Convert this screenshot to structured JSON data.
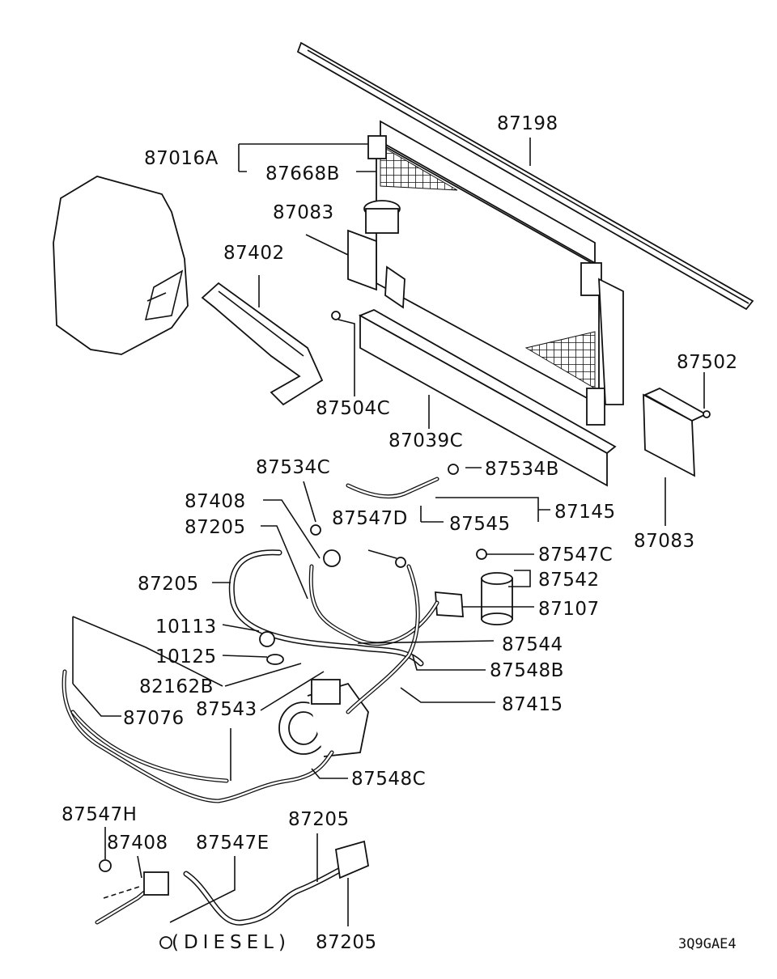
{
  "diagram": {
    "footer_code": "3Q9GAE4",
    "variant_label": "(DIESEL)",
    "labels": [
      {
        "id": "l1",
        "text": "87198"
      },
      {
        "id": "l2",
        "text": "87016A"
      },
      {
        "id": "l3",
        "text": "87668B"
      },
      {
        "id": "l4",
        "text": "87083"
      },
      {
        "id": "l5",
        "text": "87402"
      },
      {
        "id": "l6",
        "text": "87504C"
      },
      {
        "id": "l7",
        "text": "87039C"
      },
      {
        "id": "l8",
        "text": "87502"
      },
      {
        "id": "l9",
        "text": "87083"
      },
      {
        "id": "l10",
        "text": "87534C"
      },
      {
        "id": "l11",
        "text": "87534B"
      },
      {
        "id": "l12",
        "text": "87408"
      },
      {
        "id": "l13",
        "text": "87205"
      },
      {
        "id": "l14",
        "text": "87547D"
      },
      {
        "id": "l15",
        "text": "87545"
      },
      {
        "id": "l16",
        "text": "87145"
      },
      {
        "id": "l17",
        "text": "87547C"
      },
      {
        "id": "l18",
        "text": "87205"
      },
      {
        "id": "l19",
        "text": "87542"
      },
      {
        "id": "l20",
        "text": "87107"
      },
      {
        "id": "l21",
        "text": "10113"
      },
      {
        "id": "l22",
        "text": "87544"
      },
      {
        "id": "l23",
        "text": "10125"
      },
      {
        "id": "l24",
        "text": "87548B"
      },
      {
        "id": "l25",
        "text": "82162B"
      },
      {
        "id": "l26",
        "text": "87543"
      },
      {
        "id": "l27",
        "text": "87415"
      },
      {
        "id": "l28",
        "text": "87076"
      },
      {
        "id": "l29",
        "text": "87548C"
      },
      {
        "id": "l30",
        "text": "87547H"
      },
      {
        "id": "l31",
        "text": "87205"
      },
      {
        "id": "l32",
        "text": "87408"
      },
      {
        "id": "l33",
        "text": "87547E"
      },
      {
        "id": "l34",
        "text": "87205"
      }
    ]
  }
}
